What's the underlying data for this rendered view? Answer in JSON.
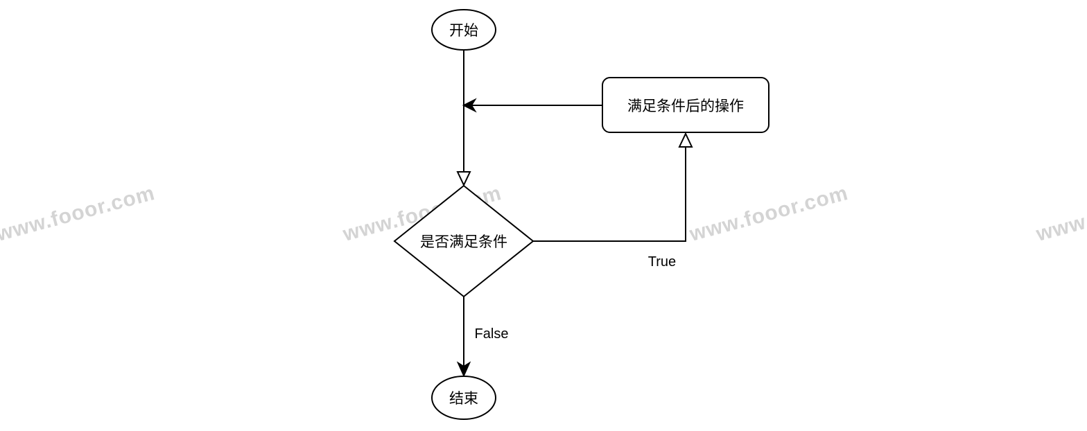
{
  "watermark": "www.fooor.com",
  "nodes": {
    "start": "开始",
    "condition": "是否满足条件",
    "action": "满足条件后的操作",
    "end": "结束"
  },
  "edges": {
    "true_label": "True",
    "false_label": "False"
  }
}
